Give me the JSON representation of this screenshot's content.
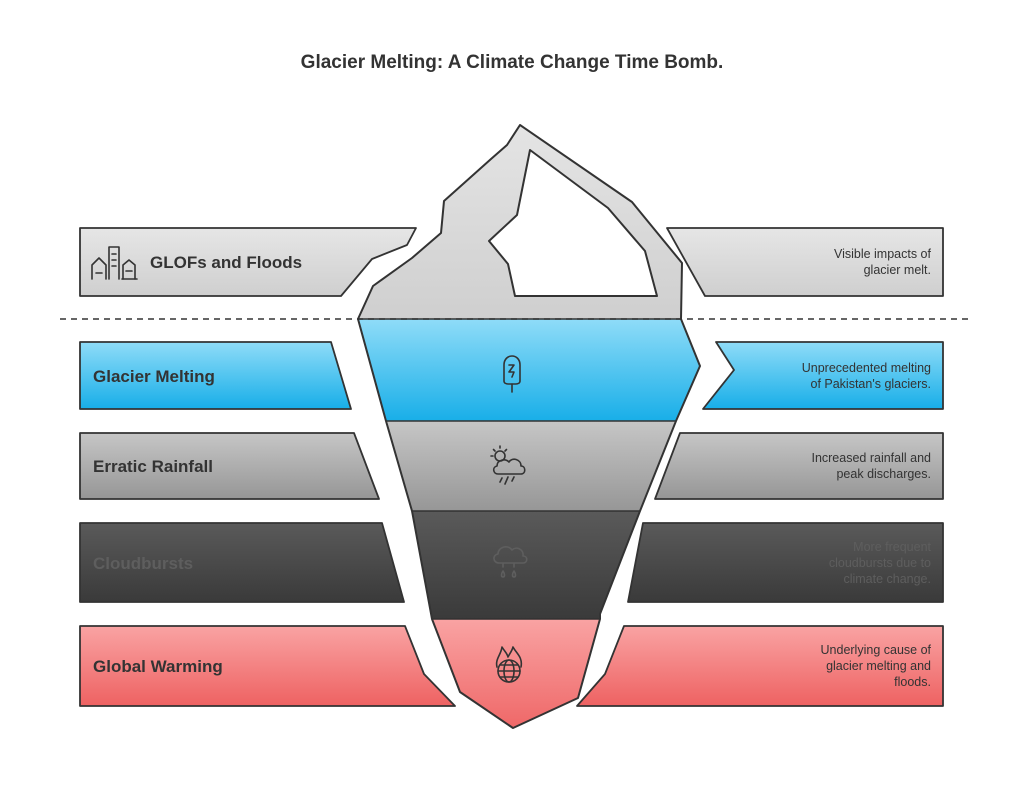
{
  "title": "Glacier Melting: A Climate Change Time Bomb.",
  "layers": [
    {
      "id": "glofs",
      "label": "GLOFs and Floods",
      "description": [
        "Visible impacts of",
        "glacier melt."
      ],
      "icon": "city-flood-icon",
      "fill": "#dedede",
      "text_color": "#333333",
      "position": "above waterline"
    },
    {
      "id": "glacier-melting",
      "label": "Glacier Melting",
      "description": [
        "Unprecedented melting",
        "of Pakistan's glaciers."
      ],
      "icon": "melting-popsicle-icon",
      "fill": "#2fb8ec",
      "text_color": "#333333",
      "position": "below waterline"
    },
    {
      "id": "erratic-rainfall",
      "label": "Erratic Rainfall",
      "description": [
        "Increased rainfall and",
        "peak discharges."
      ],
      "icon": "storm-cloud-icon",
      "fill": "#a8a8a8",
      "text_color": "#333333",
      "position": "below waterline"
    },
    {
      "id": "cloudbursts",
      "label": "Cloudbursts",
      "description": [
        "More frequent",
        "cloudbursts due to",
        "climate change."
      ],
      "icon": "rain-cloud-icon",
      "fill": "#4a4a4a",
      "text_color": "#5e5e5e",
      "position": "below waterline"
    },
    {
      "id": "global-warming",
      "label": "Global Warming",
      "description": [
        "Underlying cause of",
        "glacier melting and",
        "floods."
      ],
      "icon": "burning-globe-icon",
      "fill": "#f47a7a",
      "text_color": "#333333",
      "position": "below waterline"
    }
  ]
}
